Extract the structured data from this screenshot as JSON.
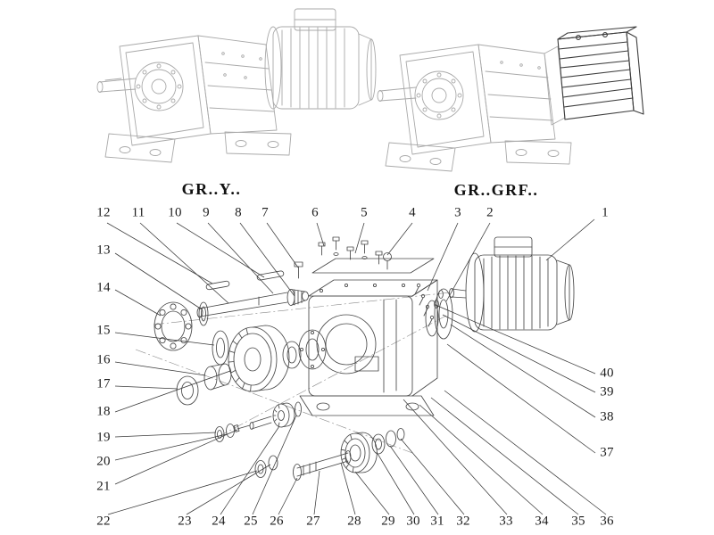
{
  "labels": {
    "model_left": "GR..Y..",
    "model_right": "GR..GRF.."
  },
  "callouts": {
    "labels": [
      "1",
      "2",
      "3",
      "4",
      "5",
      "6",
      "7",
      "8",
      "9",
      "10",
      "11",
      "12",
      "13",
      "14",
      "15",
      "16",
      "17",
      "18",
      "19",
      "20",
      "21",
      "22",
      "23",
      "24",
      "25",
      "26",
      "27",
      "28",
      "29",
      "30",
      "31",
      "32",
      "33",
      "34",
      "35",
      "36",
      "37",
      "38",
      "39",
      "40"
    ]
  },
  "colors": {
    "ink": "#1c1c1c",
    "line_art_light": "#a9a9a9",
    "line_art_dark": "#474747",
    "leader": "#3a3a3a",
    "background": "#ffffff"
  }
}
